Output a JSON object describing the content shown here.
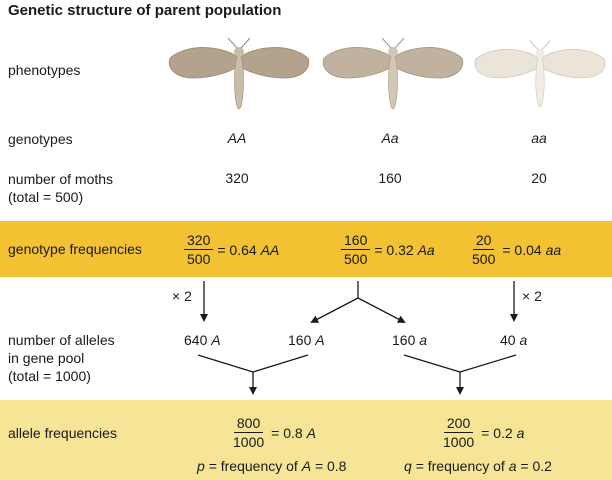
{
  "title": "Genetic structure of parent population",
  "rows": {
    "phenotypes": "phenotypes",
    "genotypes": "genotypes",
    "number_line1": "number of moths",
    "number_line2": "(total = 500)",
    "genotype_frequencies": "genotype frequencies",
    "alleles_line1": "number of alleles",
    "alleles_line2": "in gene pool",
    "alleles_line3": "(total = 1000)",
    "allele_frequencies": "allele frequencies"
  },
  "columns": [
    {
      "genotype": "AA",
      "count": "320",
      "num": "320",
      "den": "500",
      "eq": "= 0.64",
      "geno_suffix": "AA",
      "moth_color": "#b3a28d"
    },
    {
      "genotype": "Aa",
      "count": "160",
      "num": "160",
      "den": "500",
      "eq": "= 0.32",
      "geno_suffix": "Aa",
      "moth_color": "#c0b29f"
    },
    {
      "genotype": "aa",
      "count": "20",
      "num": "20",
      "den": "500",
      "eq": "= 0.04",
      "geno_suffix": "aa",
      "moth_color": "#ebe4d8"
    }
  ],
  "multipliers": {
    "left": "× 2",
    "right": "× 2"
  },
  "alleles": {
    "a1_num": "640",
    "a1_sym": "A",
    "a2_num": "160",
    "a2_sym": "A",
    "a3_num": "160",
    "a3_sym": "a",
    "a4_num": "40",
    "a4_sym": "a"
  },
  "allele_freq": {
    "A": {
      "num": "800",
      "den": "1000",
      "eq": "= 0.8",
      "sym": "A"
    },
    "a": {
      "num": "200",
      "den": "1000",
      "eq": "= 0.2",
      "sym": "a"
    }
  },
  "freq_notes": {
    "p_var": "p",
    "p_text": "= frequency of",
    "p_sym": "A",
    "p_val": "= 0.8",
    "q_var": "q",
    "q_text": "= frequency of",
    "q_sym": "a",
    "q_val": "= 0.2"
  }
}
